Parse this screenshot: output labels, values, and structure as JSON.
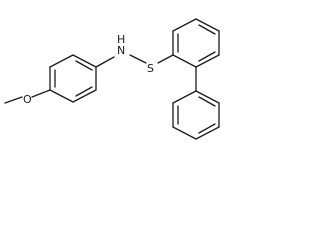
{
  "structure": {
    "labels": {
      "methoxy_oxygen": "O",
      "amine": "N",
      "amine_hydrogen": "H",
      "sulfur": "S"
    }
  }
}
